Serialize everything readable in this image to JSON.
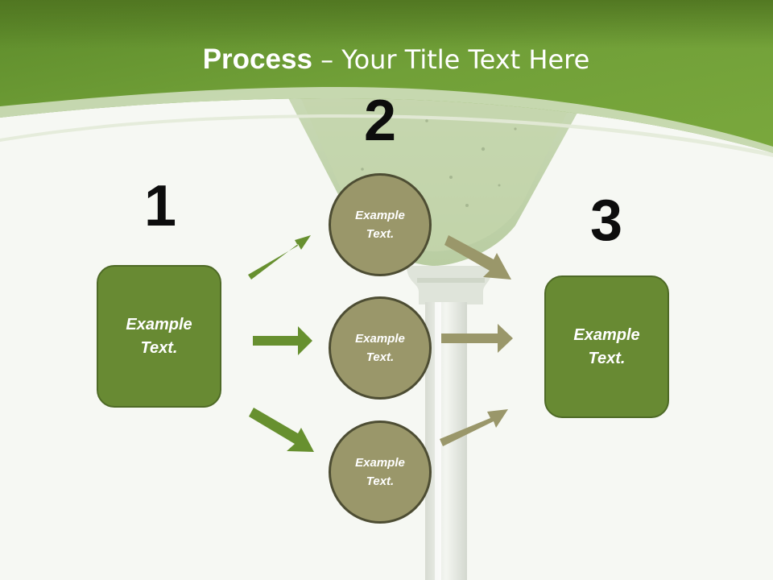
{
  "title": {
    "bold": "Process",
    "rest": " – Your Title Text Here"
  },
  "steps": [
    {
      "number": "1",
      "label_line1": "Example",
      "label_line2": "Text."
    },
    {
      "number": "2",
      "items": [
        {
          "label_line1": "Example",
          "label_line2": "Text."
        },
        {
          "label_line1": "Example",
          "label_line2": "Text."
        },
        {
          "label_line1": "Example",
          "label_line2": "Text."
        }
      ]
    },
    {
      "number": "3",
      "label_line1": "Example",
      "label_line2": "Text."
    }
  ],
  "colors": {
    "header_green": "#6d9a36",
    "box_green": "#688a33",
    "circle_olive": "#9a976a",
    "arrow_green": "#67902f",
    "arrow_olive": "#9a976a"
  },
  "icons": [
    "martini-glass-background",
    "arrow-right-icon"
  ]
}
